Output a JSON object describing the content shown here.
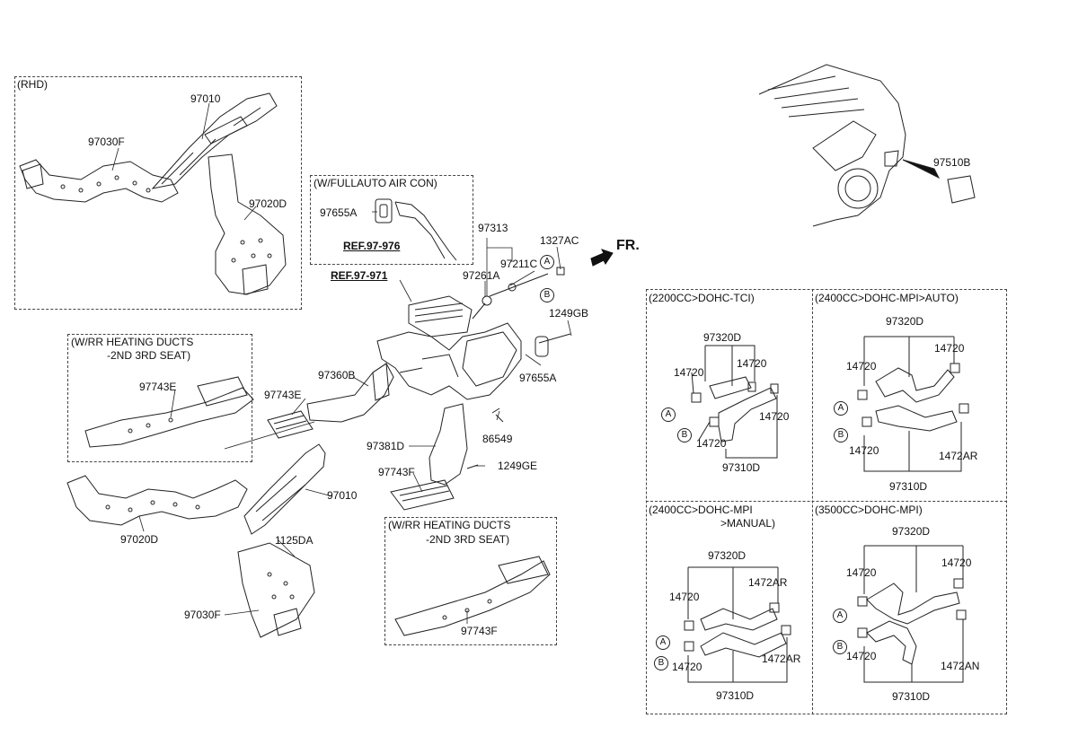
{
  "boxes": {
    "rhd": "(RHD)",
    "fullauto": "(W/FULLAUTO AIR CON)",
    "rr_heating_1": "(W/RR HEATING DUCTS",
    "rr_heating_1b": "-2ND  3RD SEAT)",
    "rr_heating_2": "(W/RR HEATING DUCTS",
    "rr_heating_2b": "-2ND  3RD SEAT)",
    "engine_tci": "(2200CC>DOHC-TCI)",
    "engine_mpi_auto": "(2400CC>DOHC-MPI>AUTO)",
    "engine_mpi_manual": "(2400CC>DOHC-MPI",
    "engine_mpi_manual_b": ">MANUAL)",
    "engine_3500": "(3500CC>DOHC-MPI)"
  },
  "refs": {
    "ref_976": "REF.97-976",
    "ref_971": "REF.97-971"
  },
  "fr": "FR.",
  "callouts": {
    "a": "A",
    "b": "B"
  },
  "parts": {
    "p97010_top": "97010",
    "p97030f_top": "97030F",
    "p97020d_top": "97020D",
    "p97655a_box": "97655A",
    "p97313": "97313",
    "p1327ac": "1327AC",
    "p97211c": "97211C",
    "p97261a": "97261A",
    "p1249gb": "1249GB",
    "p97655a": "97655A",
    "p86549": "86549",
    "p97360b": "97360B",
    "p97743e_box": "97743E",
    "p97743e": "97743E",
    "p97381d": "97381D",
    "p97743f": "97743F",
    "p1249ge": "1249GE",
    "p97010": "97010",
    "p97020d": "97020D",
    "p1125da": "1125DA",
    "p97030f": "97030F",
    "p97743f_box": "97743F",
    "p97510b": "97510B",
    "t_97320d": "97320D",
    "t_14720_a": "14720",
    "t_14720_b": "14720",
    "t_14720_c": "14720",
    "t_97310d": "97310D",
    "m_97320d": "97320D",
    "m_14720_a": "14720",
    "m_14720_b": "14720",
    "m_1472ar": "1472AR",
    "m_97310d": "97310D",
    "n_97320d": "97320D",
    "n_14720_a": "14720",
    "n_1472ar_a": "1472AR",
    "n_14720_b": "14720",
    "n_1472ar_b": "1472AR",
    "n_97310d": "97310D",
    "s_97320d": "97320D",
    "s_14720_a": "14720",
    "s_14720_b": "14720",
    "s_14720_c": "14720",
    "s_1472an": "1472AN",
    "s_97310d": "97310D"
  }
}
